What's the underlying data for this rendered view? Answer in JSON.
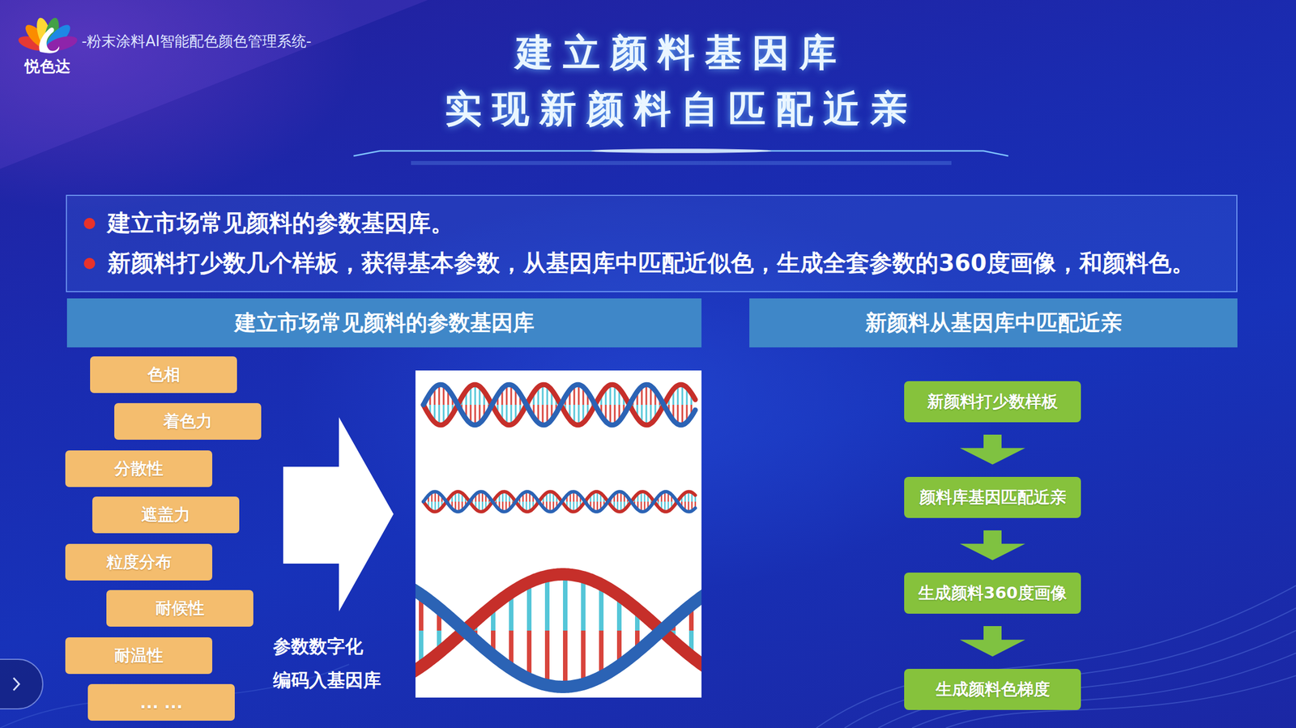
{
  "diagram": {
    "title": "建立颜料基因库 实现新颜料自匹配近亲",
    "nodes": [
      {
        "text": [
          "建立市场常见颜料的参数基因库。",
          "新颜料打少数几个样板，获得基本参数，从基因库中匹配近似色，生成全套参数的360度画像，和颜料色。"
        ]
      },
      {
        "text": [
          "建立市场常见颜料的参数基因库"
        ]
      },
      {
        "text": [
          "色相"
        ]
      },
      {
        "text": [
          "着色力"
        ]
      },
      {
        "text": [
          "分散性"
        ]
      },
      {
        "text": [
          "遮盖力"
        ]
      },
      {
        "text": [
          "粒度分布"
        ]
      },
      {
        "text": [
          "耐候性"
        ]
      },
      {
        "text": [
          "耐温性"
        ]
      },
      {
        "text": [
          "... ..."
        ]
      },
      {
        "text": [
          "新颜料从基因库中匹配近亲"
        ]
      },
      {
        "text": [
          "新颜料打少数样板"
        ]
      },
      {
        "text": [
          "颜料库基因匹配近亲"
        ]
      },
      {
        "text": [
          "生成颜料360度画像"
        ]
      },
      {
        "text": [
          "生成颜料色梯度"
        ]
      }
    ],
    "edges": [
      {
        "from": 11,
        "to": 12,
        "arrow": "to"
      },
      {
        "from": 12,
        "to": 13,
        "arrow": "to"
      },
      {
        "from": 13,
        "to": 14,
        "arrow": "to"
      }
    ],
    "labels": [
      "悦色达",
      "-粉末涂料AI智能配色颜色管理系统-",
      "参数数字化 编码入基因库"
    ]
  }
}
